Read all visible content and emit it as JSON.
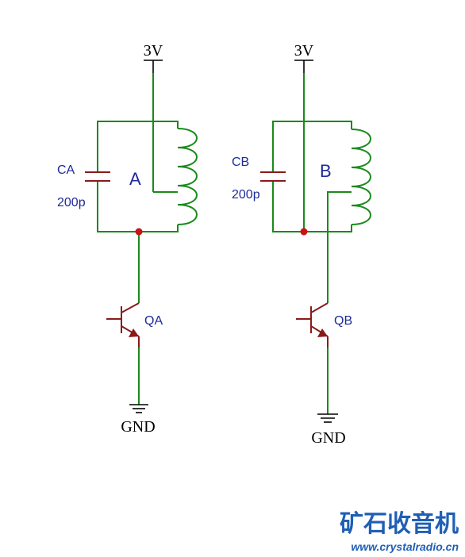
{
  "circuit_a": {
    "supply_label": "3V",
    "capacitor_name": "CA",
    "capacitor_value": "200p",
    "tank_label": "A",
    "transistor_label": "QA",
    "ground_label": "GND"
  },
  "circuit_b": {
    "supply_label": "3V",
    "capacitor_name": "CB",
    "capacitor_value": "200p",
    "tank_label": "B",
    "transistor_label": "QB",
    "ground_label": "GND"
  },
  "watermark": {
    "brand": "矿石收音机",
    "url": "www.crystalradio.cn"
  },
  "colors": {
    "wire": "#1a8a1a",
    "component": "#8b1a1a",
    "junction": "#c81414",
    "label": "#1e2a9a",
    "watermark": "#1f5fb4"
  }
}
